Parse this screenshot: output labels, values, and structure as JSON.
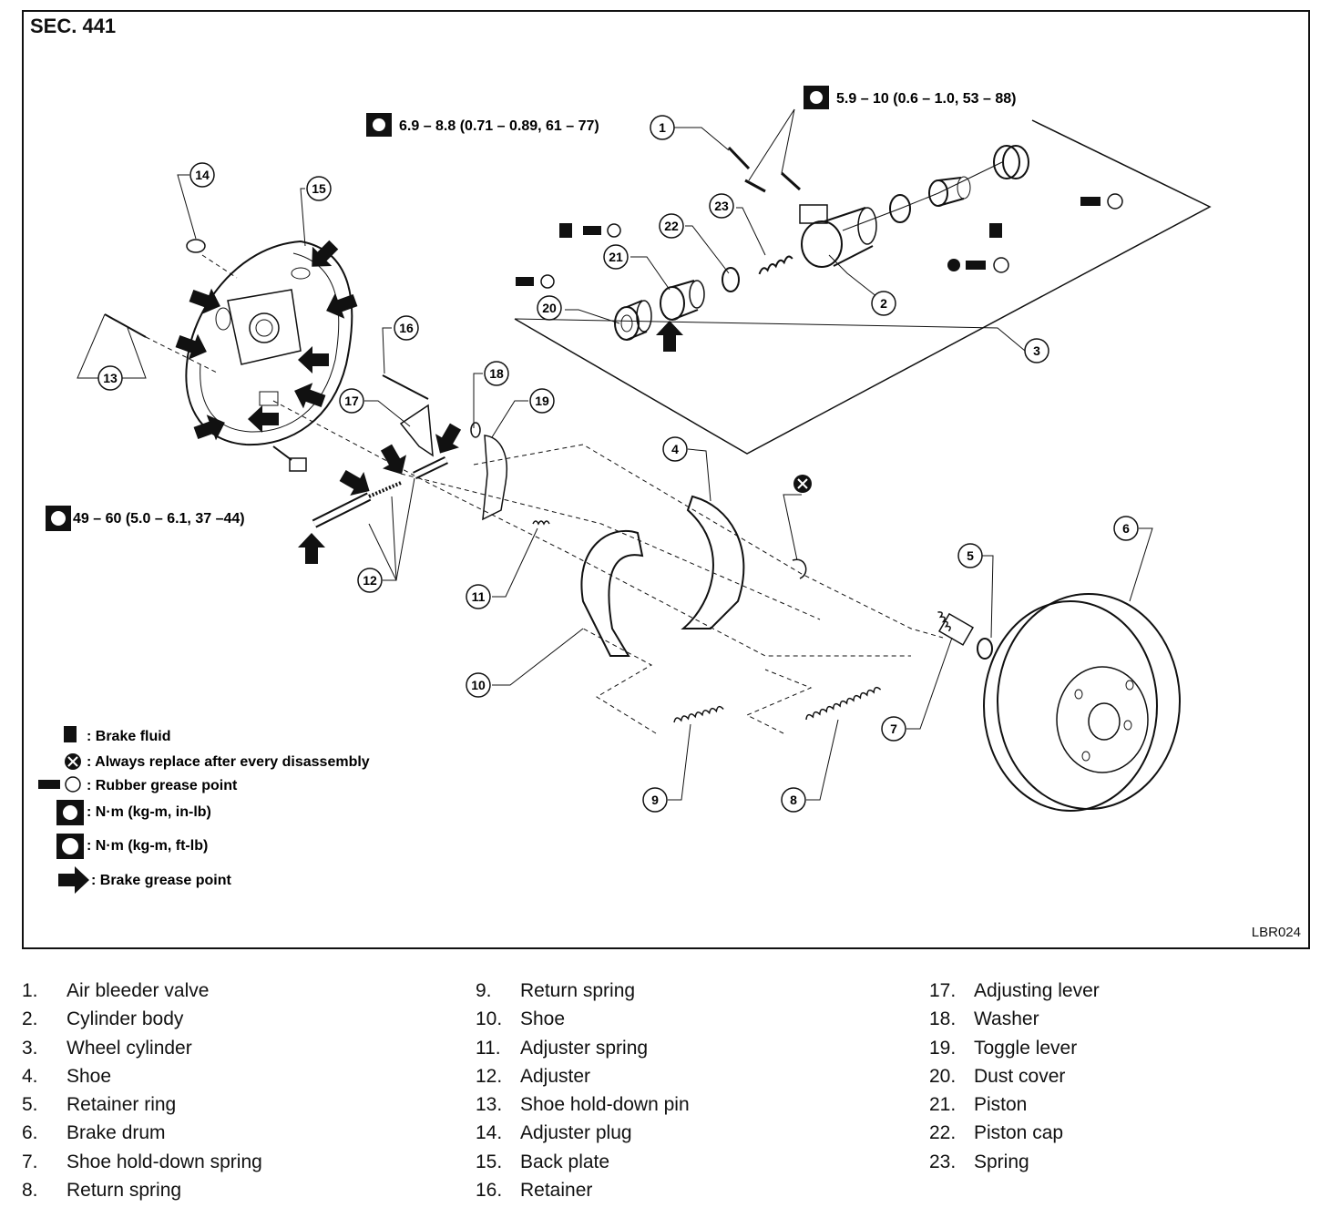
{
  "diagram": {
    "section": "SEC. 441",
    "ref_code": "LBR024",
    "specs": {
      "air_bleeder_torque": "6.9 – 8.8 (0.71 – 0.89, 61 – 77)",
      "cylinder_bolt_torque": "5.9 – 10 (0.6 – 1.0, 53 – 88)",
      "back_plate_torque": "49 – 60 (5.0 – 6.1, 37 –44)"
    },
    "callouts": [
      "1",
      "2",
      "3",
      "4",
      "5",
      "6",
      "7",
      "8",
      "9",
      "10",
      "11",
      "12",
      "13",
      "14",
      "15",
      "16",
      "17",
      "18",
      "19",
      "20",
      "21",
      "22",
      "23"
    ],
    "legend": [
      {
        "icon": "brake-fluid-icon",
        "text": ": Brake fluid"
      },
      {
        "icon": "replace-icon",
        "text": ": Always replace after every disassembly"
      },
      {
        "icon": "rubber-grease-icon",
        "text": ": Rubber grease point"
      },
      {
        "icon": "nm-in-lb-icon",
        "text": ": N·m (kg-m, in-lb)"
      },
      {
        "icon": "nm-ft-lb-icon",
        "text": ": N·m (kg-m, ft-lb)"
      },
      {
        "icon": "grease-arrow-icon",
        "text": ": Brake grease point"
      }
    ]
  },
  "parts": [
    {
      "num": "1.",
      "name": "Air bleeder valve"
    },
    {
      "num": "2.",
      "name": "Cylinder body"
    },
    {
      "num": "3.",
      "name": "Wheel cylinder"
    },
    {
      "num": "4.",
      "name": "Shoe"
    },
    {
      "num": "5.",
      "name": "Retainer ring"
    },
    {
      "num": "6.",
      "name": "Brake drum"
    },
    {
      "num": "7.",
      "name": "Shoe hold-down spring"
    },
    {
      "num": "8.",
      "name": "Return spring"
    },
    {
      "num": "9.",
      "name": "Return spring"
    },
    {
      "num": "10.",
      "name": "Shoe"
    },
    {
      "num": "11.",
      "name": "Adjuster spring"
    },
    {
      "num": "12.",
      "name": "Adjuster"
    },
    {
      "num": "13.",
      "name": "Shoe hold-down pin"
    },
    {
      "num": "14.",
      "name": "Adjuster plug"
    },
    {
      "num": "15.",
      "name": "Back plate"
    },
    {
      "num": "16.",
      "name": "Retainer"
    },
    {
      "num": "17.",
      "name": "Adjusting lever"
    },
    {
      "num": "18.",
      "name": "Washer"
    },
    {
      "num": "19.",
      "name": "Toggle lever"
    },
    {
      "num": "20.",
      "name": "Dust cover"
    },
    {
      "num": "21.",
      "name": "Piston"
    },
    {
      "num": "22.",
      "name": "Piston cap"
    },
    {
      "num": "23.",
      "name": "Spring"
    }
  ]
}
